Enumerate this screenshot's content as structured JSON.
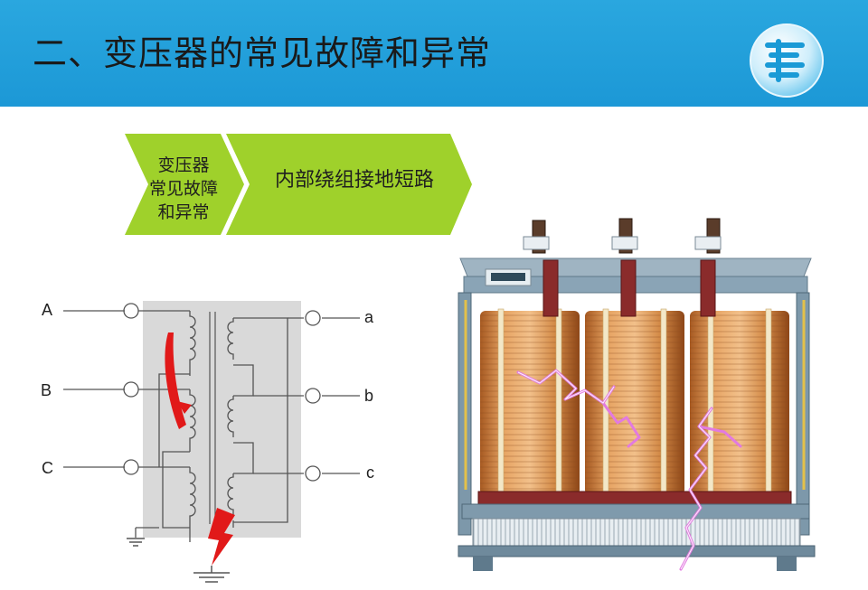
{
  "header": {
    "title": "二、变压器的常见故障和异常",
    "bg_color": "#1c98d6",
    "logo_icon": "company-logo-icon"
  },
  "category": {
    "tag_lines": [
      "变压器",
      "常见故障",
      "和异常"
    ],
    "fault_name": "内部绕组接地短路",
    "accent_color": "#9fd12b"
  },
  "schematic": {
    "primary_labels": [
      "A",
      "B",
      "C"
    ],
    "secondary_labels": [
      "a",
      "b",
      "c"
    ],
    "fault_color": "#e11919"
  },
  "photo": {
    "subject": "dry-type-transformer-photo"
  }
}
